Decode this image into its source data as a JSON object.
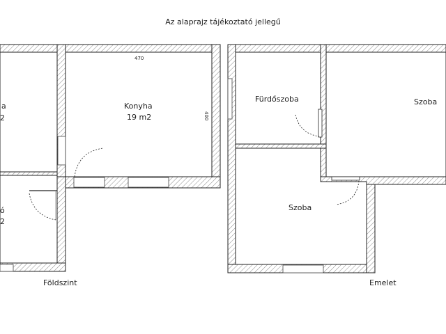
{
  "title": "Az alaprajz tájékoztató jellegű",
  "ground_floor": {
    "label": "Földszint",
    "rooms": [
      {
        "name": "a",
        "area": "2",
        "note": "partially cropped room at left edge"
      },
      {
        "name": "Konyha",
        "area": "19 m2"
      },
      {
        "name": "ó",
        "area": "2",
        "note": "partially cropped room at bottom-left"
      }
    ],
    "dimensions": {
      "width": "470",
      "height": "400"
    }
  },
  "upper_floor": {
    "label": "Emelet",
    "rooms": [
      {
        "name": "Fürdőszoba"
      },
      {
        "name": "Szoba",
        "position": "right"
      },
      {
        "name": "Szoba",
        "position": "bottom-left"
      }
    ]
  },
  "colors": {
    "wall_hatch": "#888888",
    "wall_line": "#222222",
    "background": "#ffffff"
  }
}
